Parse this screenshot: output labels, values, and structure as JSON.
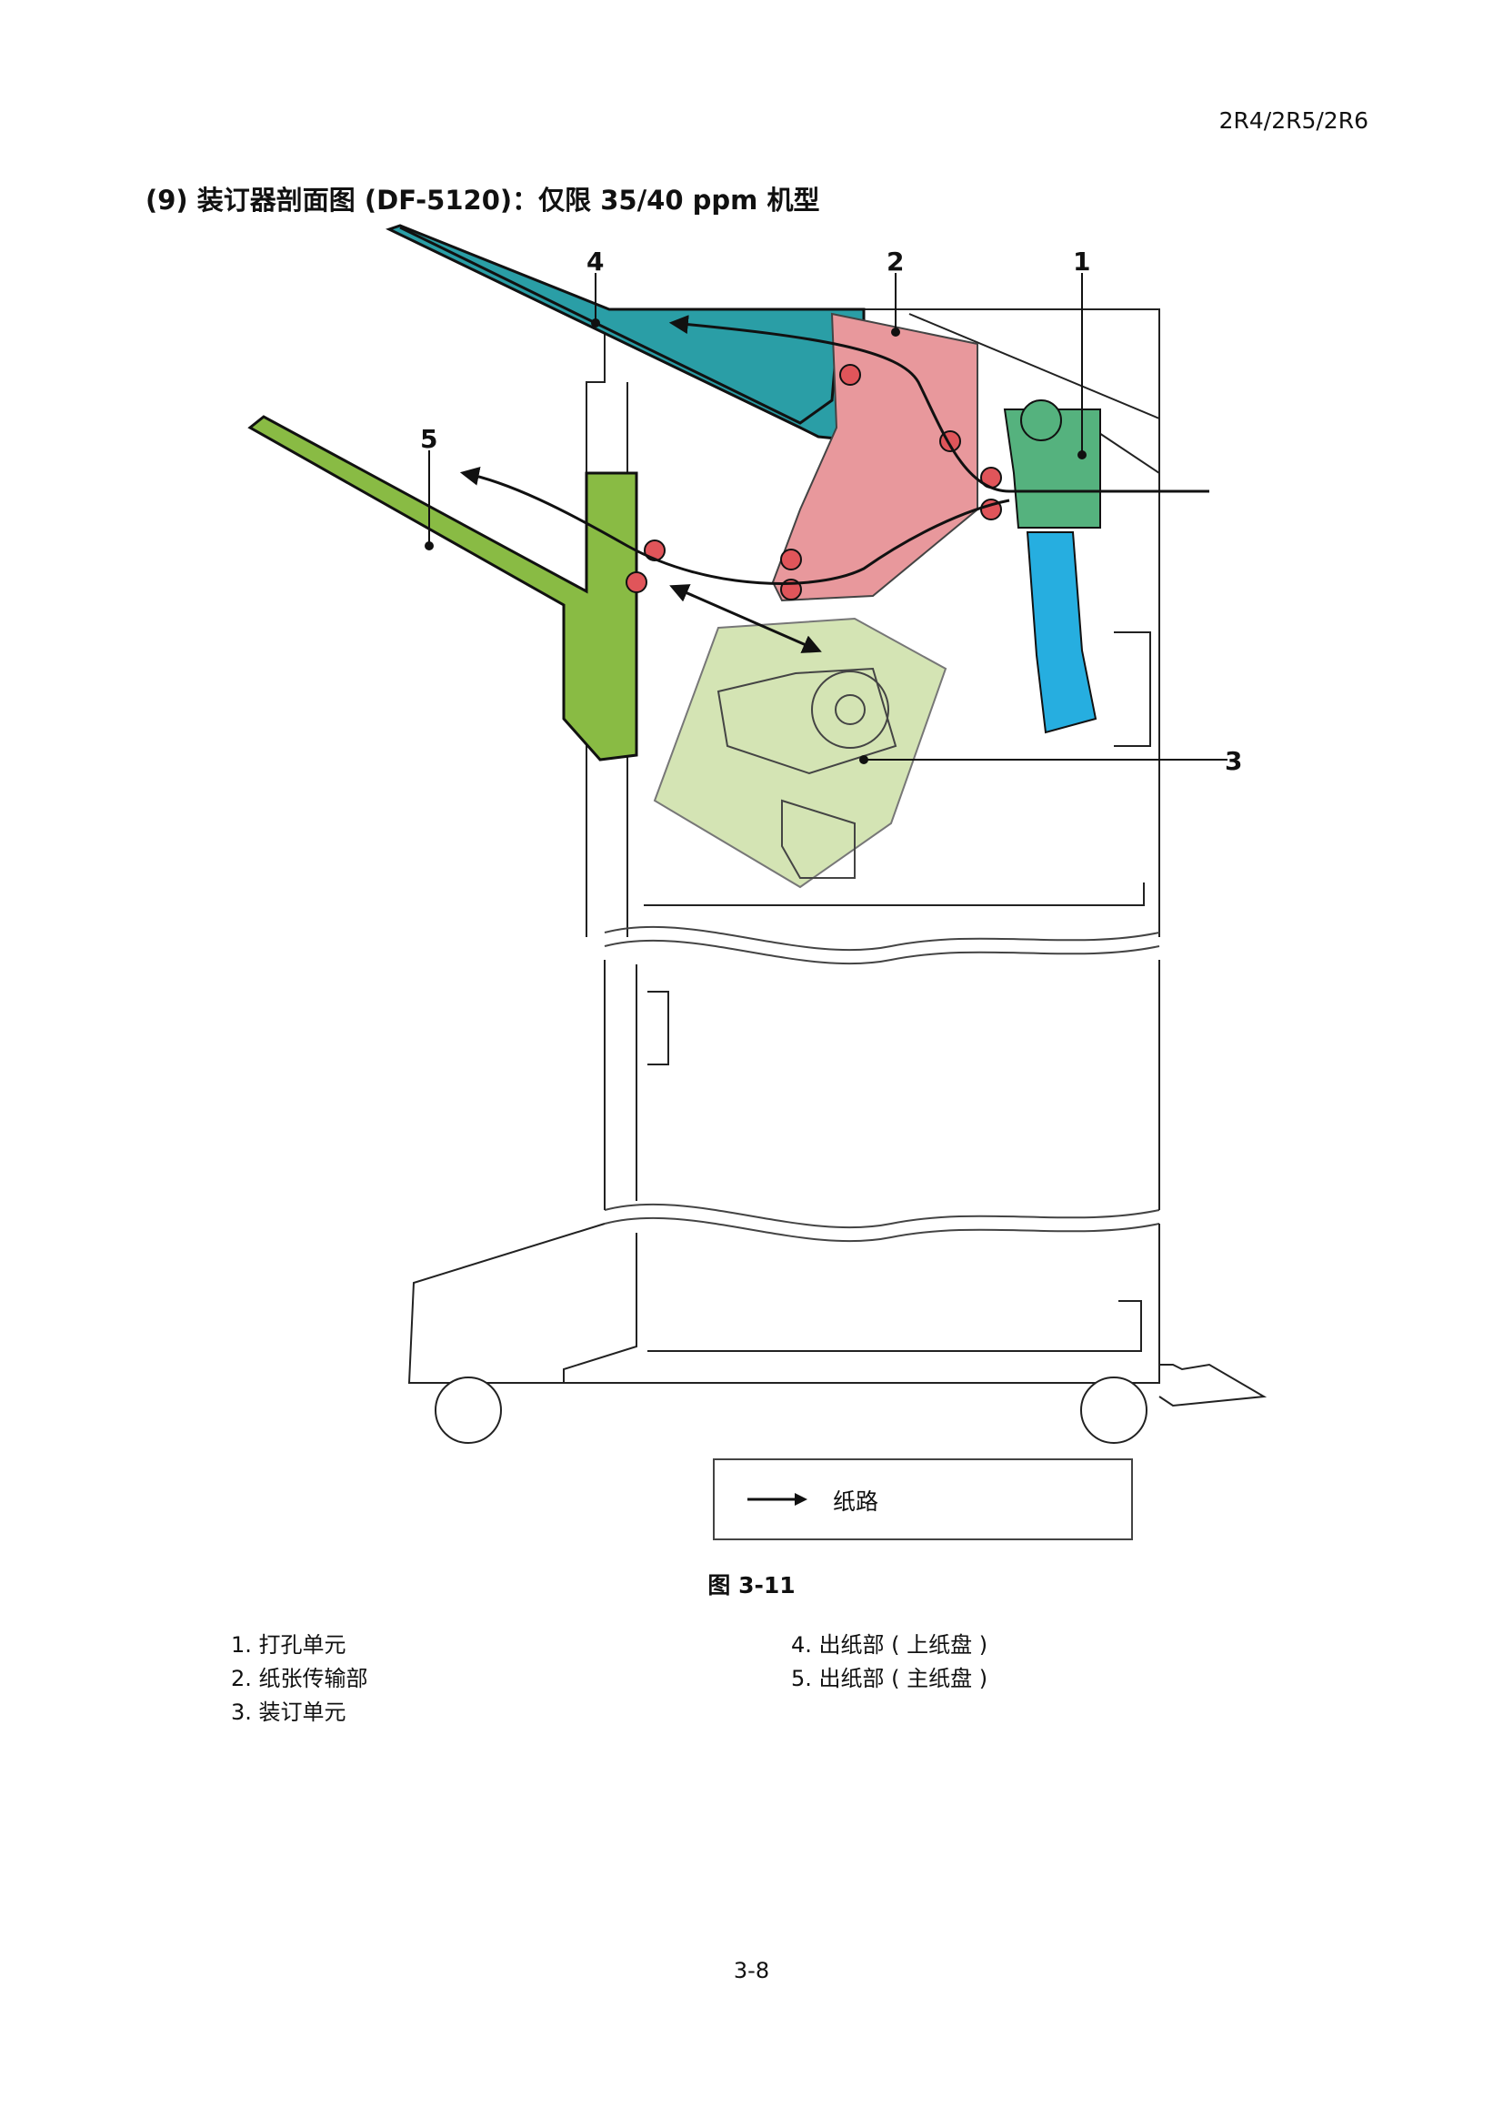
{
  "header": {
    "model_code": "2R4/2R5/2R6"
  },
  "section": {
    "title": "(9) 装订器剖面图 (DF-5120)：仅限 35/40 ppm 机型"
  },
  "diagram": {
    "callouts": [
      "1",
      "2",
      "3",
      "4",
      "5"
    ],
    "colors": {
      "punch_unit": "#55b27e",
      "transport": "#e8989c",
      "staple_unit": "#d4e4b4",
      "upper_tray": "#2a9ea6",
      "main_tray": "#89bb44",
      "punch_waste": "#26aee0"
    }
  },
  "legend": {
    "label": "纸路"
  },
  "figure": {
    "label": "图 3-11"
  },
  "captions": {
    "left": [
      "1. 打孔单元",
      "2. 纸张传输部",
      "3. 装订单元"
    ],
    "right": [
      "4. 出纸部 ( 上纸盘 )",
      "5. 出纸部 ( 主纸盘 )"
    ]
  },
  "footer": {
    "page_number": "3-8"
  }
}
